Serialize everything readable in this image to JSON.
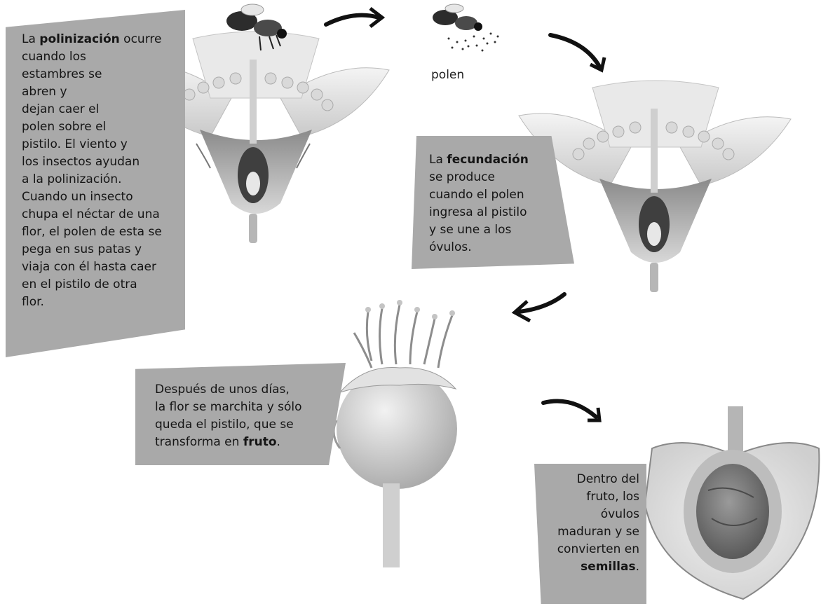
{
  "steps": [
    {
      "id": "polinizacion",
      "lines": [
        [
          "La ",
          {
            "b": "polinización"
          },
          " ocurre"
        ],
        [
          "cuando los"
        ],
        [
          "estambres se"
        ],
        [
          "abren y"
        ],
        [
          "dejan caer el"
        ],
        [
          "polen sobre el"
        ],
        [
          "pistilo. El viento y"
        ],
        [
          "los insectos ayudan"
        ],
        [
          "a la polinización."
        ],
        [
          "Cuando un insecto"
        ],
        [
          "chupa el néctar de una"
        ],
        [
          "flor, el polen de esta se"
        ],
        [
          "pega en sus patas y"
        ],
        [
          "viaja con él hasta caer"
        ],
        [
          "en el pistilo de otra"
        ],
        [
          "flor."
        ]
      ]
    },
    {
      "id": "fecundacion",
      "lines": [
        [
          "La ",
          {
            "b": "fecundación"
          }
        ],
        [
          "se produce"
        ],
        [
          "cuando el polen"
        ],
        [
          "ingresa al pistilo"
        ],
        [
          "y se une a los"
        ],
        [
          "óvulos."
        ]
      ]
    },
    {
      "id": "fruto",
      "lines": [
        [
          "Después de unos días,"
        ],
        [
          "la flor se marchita y sólo"
        ],
        [
          "queda el pistilo, que se"
        ],
        [
          "transforma en ",
          {
            "b": "fruto"
          },
          "."
        ]
      ]
    },
    {
      "id": "semillas",
      "lines": [
        [
          "Dentro del"
        ],
        [
          "fruto, los"
        ],
        [
          "óvulos"
        ],
        [
          "maduran y se"
        ],
        [
          "convierten en"
        ],
        [
          {
            "b": "semillas"
          },
          "."
        ]
      ]
    }
  ],
  "labels": {
    "polen": "polen"
  }
}
